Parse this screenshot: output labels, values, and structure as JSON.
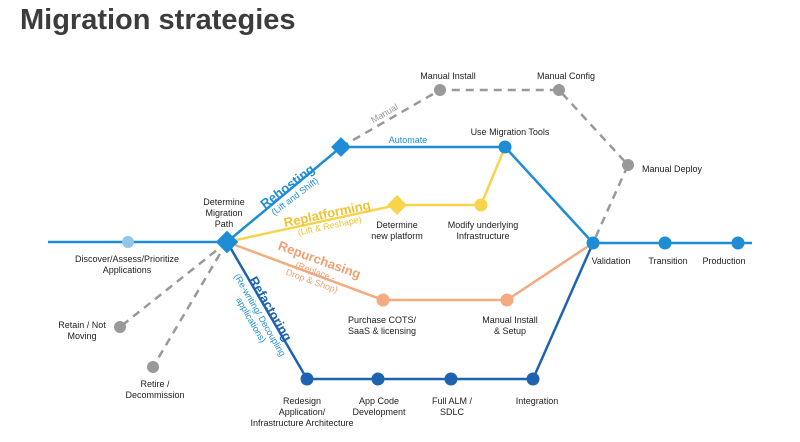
{
  "title": "Migration strategies",
  "colors": {
    "blue": "#1f8dd6",
    "navy": "#1e63b0",
    "yellow": "#f7d44c",
    "orange": "#f3ab7f",
    "gray": "#999999",
    "lightblue": "#8ec6ec",
    "text": "#222222"
  },
  "nodes": {
    "discover": "Discover/Assess/Prioritize\nApplications",
    "determine_path": "Determine\nMigration\nPath",
    "retain": "Retain / Not\nMoving",
    "retire": "Retire /\nDecommission",
    "manual_install_top": "Manual Install",
    "manual_config": "Manual Config",
    "manual_deploy": "Manual Deploy",
    "use_migration_tools": "Use Migration Tools",
    "determine_platform": "Determine\nnew platform",
    "modify_infra": "Modify underlying\nInfrastructure",
    "purchase_cots": "Purchase COTS/\nSaaS & licensing",
    "manual_install_setup": "Manual Install\n& Setup",
    "redesign": "Redesign\nApplication/\nInfrastructure Architecture",
    "app_code": "App Code\nDevelopment",
    "full_alm": "Full ALM /\nSDLC",
    "integration": "Integration",
    "validation": "Validation",
    "transition": "Transition",
    "production": "Production"
  },
  "edges": {
    "manual": "Manual",
    "automate": "Automate"
  },
  "strategies": {
    "rehosting": {
      "name": "Rehosting",
      "sub": "(Lift and Shift)"
    },
    "replatforming": {
      "name": "Replatforming",
      "sub": "(Lift & Reshape)"
    },
    "repurchasing": {
      "name": "Repurchasing",
      "sub1": "(Replace -",
      "sub2": "Drop & Shop)"
    },
    "refactoring": {
      "name": "Refactoring",
      "sub1": "(Re-writing/ Decoupling",
      "sub2": "applications)"
    }
  }
}
